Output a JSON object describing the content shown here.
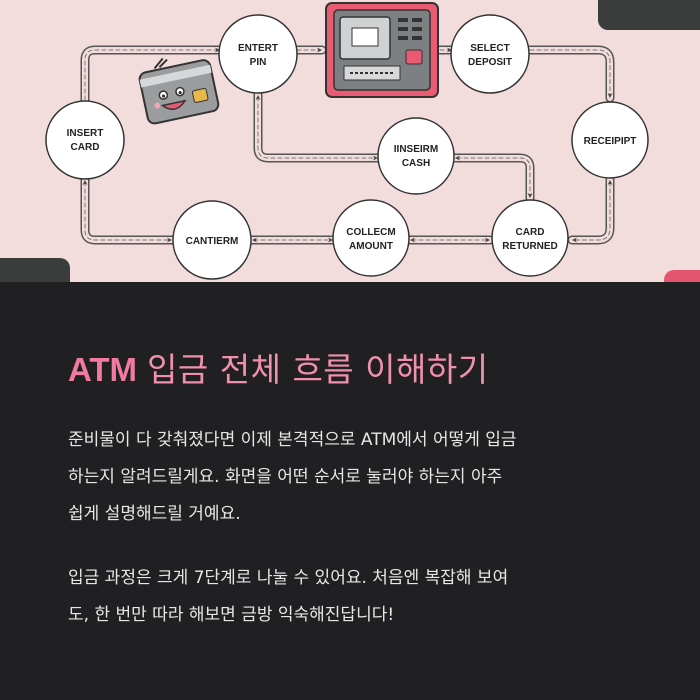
{
  "flow": {
    "nodes": {
      "insert_card": [
        "INSERT",
        "CARD"
      ],
      "enter_pin": [
        "ENTERT",
        "PIN"
      ],
      "select_deposit": [
        "SELECT",
        "DEPOSIT"
      ],
      "receipt": [
        "RECEIPIPT"
      ],
      "insert_cash": [
        "IINSEIRM",
        "CASH"
      ],
      "confirm": [
        "CANTIERM"
      ],
      "collect_amount": [
        "COLLECM",
        "AMOUNT"
      ],
      "card_returned": [
        "CARD",
        "RETURNED"
      ]
    }
  },
  "article": {
    "title_accent": "ATM",
    "title_rest": "입금 전체 흐름 이해하기",
    "paragraph1": [
      "준비물이 다 갖춰졌다면 이제 본격적으로 ATM에서 어떻게 입금",
      "하는지 알려드릴게요. 화면을 어떤 순서로 눌러야 하는지 아주",
      "쉽게 설명해드릴 거예요."
    ],
    "paragraph2": [
      "입금 과정은 크게 7단계로 나눌 수 있어요. 처음엔 복잡해 보여",
      "도, 한 번만 따라 해보면 금방 익숙해진답니다!"
    ]
  },
  "colors": {
    "illustration_bg": "#f3dcdc",
    "article_bg": "#201f21",
    "title_pink": "#f08fae",
    "body_text": "#e8e6e6"
  }
}
